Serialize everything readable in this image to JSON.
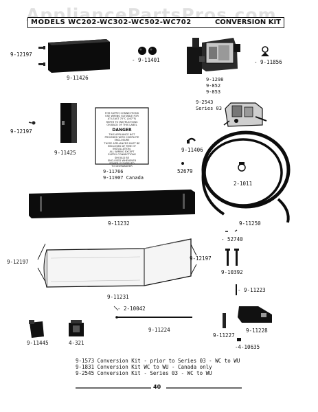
{
  "watermark": "AppliancePartsPros.com",
  "header": {
    "models": "MODELS WC202-WC302-WC502-WC702",
    "kit_title": "CONVERSION KIT"
  },
  "parts": {
    "p9_12197_a": "9-12197",
    "p9_11426": "9-11426",
    "p9_11401": "9-11401",
    "p9_1298_group": "9-1298\n9-852\n9-853",
    "p9_11856": "9-11856",
    "p9_12197_b": "9-12197",
    "p9_11425": "9-11425",
    "p9_11766_group": "9-11766\n9-11907 Canada",
    "p9_2543_group": "9-2543\nSeries 03",
    "p9_11406": "9-11406",
    "p52679": "52679",
    "p2_1011": "2-1011",
    "p9_11232": "9-11232",
    "p9_11250": "9-11250",
    "p52740": "52740",
    "p9_12197_c": "9-12197",
    "p9_12197_d": "9-12197",
    "p9_10392": "9-10392",
    "p9_11231": "9-11231",
    "p9_11223": "9-11223",
    "p2_10042": "2-10042",
    "p9_11224": "9-11224",
    "p9_11445": "9-11445",
    "p4_321": "4-321",
    "p9_11227": "9-11227",
    "p9_11228": "9-11228",
    "p4_10635": "4-10635"
  },
  "danger_label": {
    "top": "FOR SUPPLY CONNECTIONS\nUSE WIRING SUITABLE FOR\nAT LEAST 75°C (167°F)\nREFER TO INSTRUCTIONS\nON BACK OF THIS LABEL",
    "heading": "DANGER",
    "body": "THIS APPLIANCE NOT\nPROVIDED WITH COMPLETE\nENCLOSURE\nTHESE APPLIANCES MUST BE\nENCLOSED AT TIME OF\nINSTALLATION.\nALL WIRING EXCEPT\nSUPPLY CONNECTIONS\nSHOULD BE\nENCLOSED WHENEVER\nPOWER IS SUPPLIED\nTO DISHWASHER"
  },
  "footer": {
    "kits": "9-1573 Conversion Kit - prior to Series 03 - WC to WU\n9-1831 Conversion Kit WC to WU - Canada only\n9-2545 Conversion Kit - Series 03 - WC to WU",
    "page_number": "40"
  }
}
